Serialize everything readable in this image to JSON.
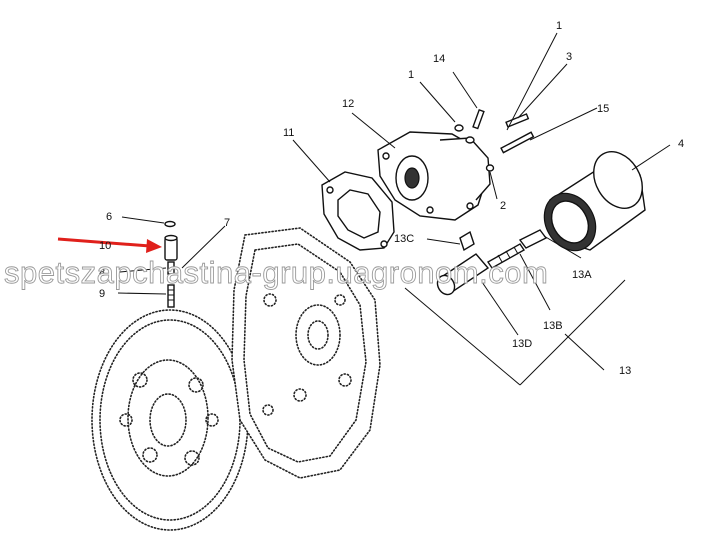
{
  "callouts": {
    "c1a": "1",
    "c1b": "1",
    "c2": "2",
    "c3": "3",
    "c4": "4",
    "c6": "6",
    "c7": "7",
    "c8": "8",
    "c9": "9",
    "c10": "10",
    "c11": "11",
    "c12": "12",
    "c13": "13",
    "c13a": "13A",
    "c13b": "13B",
    "c13c": "13C",
    "c13d": "13D",
    "c14": "14",
    "c15": "15"
  },
  "watermark": "spetszapchastina-grup.uagronom.com",
  "colors": {
    "line": "#111111",
    "arrow": "#e0201b",
    "watermark_outline": "#9a9a9a"
  }
}
